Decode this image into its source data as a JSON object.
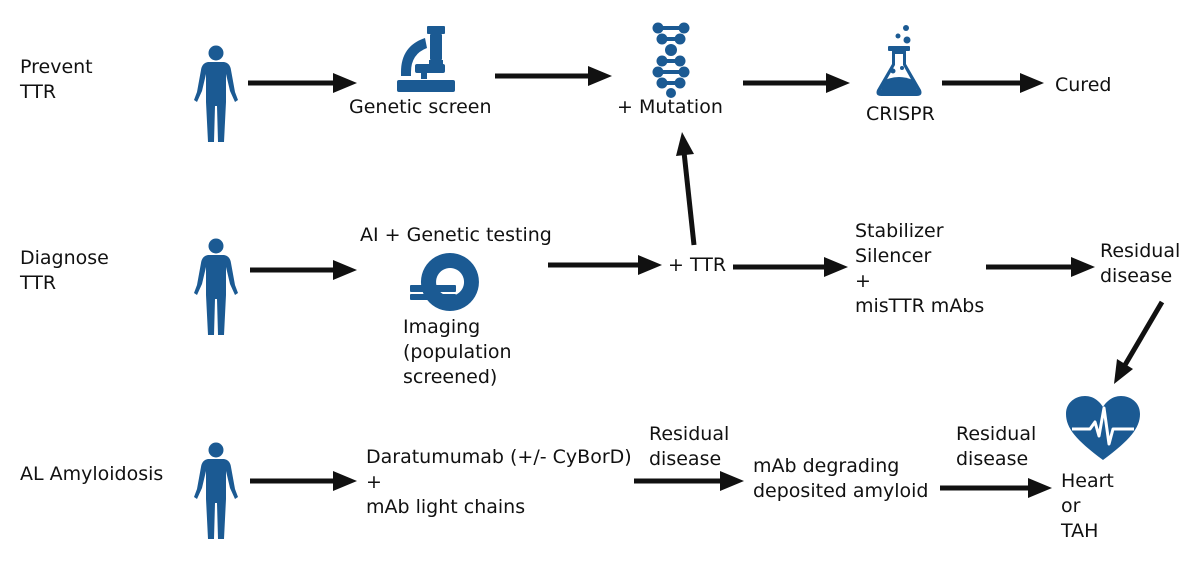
{
  "rows": {
    "prevent": {
      "label": "Prevent\nTTR"
    },
    "diagnose": {
      "label": "Diagnose\nTTR"
    },
    "al": {
      "label": "AL Amyloidosis"
    }
  },
  "nodes": {
    "genetic_screen": "Genetic screen",
    "mutation": "+ Mutation",
    "crispr": "CRISPR",
    "cured": "Cured",
    "ai_genetic": "AI + Genetic testing",
    "imaging": "Imaging\n(population\nscreened)",
    "ttr": "+ TTR",
    "stabilizer": "Stabilizer\nSilencer\n+\nmisTTR mAbs",
    "residual_1": "Residual\ndisease",
    "daratumumab": "Daratumumab (+/- CyBorD)\n+\nmAb light chains",
    "residual_2": "Residual\ndisease",
    "mab_degrading": "mAb degrading\ndeposited amyloid",
    "residual_3": "Residual\ndisease",
    "heart": "Heart\nor\nTAH"
  },
  "icons": {
    "person": "human-figure-icon",
    "microscope": "microscope-icon",
    "dna": "dna-helix-icon",
    "flask": "flask-icon",
    "scanner": "mri-scanner-icon",
    "heart": "heart-ecg-icon"
  },
  "colors": {
    "icon": "#1b5a93",
    "arrow": "#111111"
  }
}
